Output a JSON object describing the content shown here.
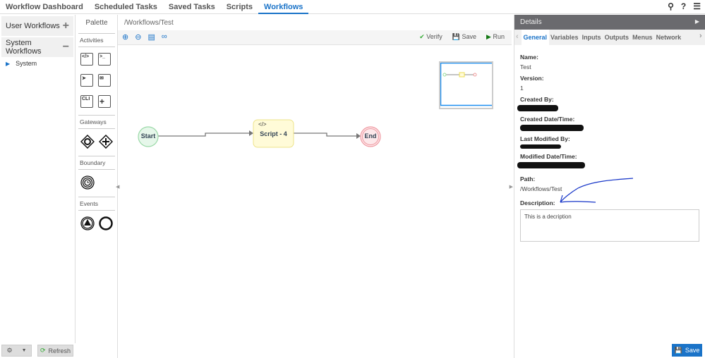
{
  "nav": {
    "tabs": [
      "Workflow Dashboard",
      "Scheduled Tasks",
      "Saved Tasks",
      "Scripts",
      "Workflows"
    ],
    "active": 4
  },
  "left": {
    "user_workflows": "User Workflows",
    "system_workflows": "System Workflows",
    "tree_item": "System"
  },
  "palette": {
    "title": "Palette",
    "activities": "Activities",
    "gateways": "Gateways",
    "boundary": "Boundary",
    "events": "Events",
    "cli": "CLI"
  },
  "canvas": {
    "path": "/Workflows/Test",
    "verify": "Verify",
    "save": "Save",
    "run": "Run",
    "nodes": {
      "start": "Start",
      "script": "Script - 4",
      "end": "End"
    }
  },
  "details": {
    "title": "Details",
    "tabs": [
      "General",
      "Variables",
      "Inputs",
      "Outputs",
      "Menus",
      "Network"
    ],
    "name_label": "Name:",
    "name": "Test",
    "version_label": "Version:",
    "version": "1",
    "created_by_label": "Created By:",
    "created_date_label": "Created Date/Time:",
    "last_modified_by_label": "Last Modified By:",
    "modified_date_label": "Modified Date/Time:",
    "path_label": "Path:",
    "path": "/Workflows/Test",
    "description_label": "Description:",
    "description": "This is a decription",
    "save": "Save"
  },
  "footer": {
    "refresh": "Refresh"
  },
  "colors": {
    "accent": "#1a73c8",
    "start": "#e6f7ea",
    "end": "#fde8ea",
    "script": "#fffbd8"
  }
}
